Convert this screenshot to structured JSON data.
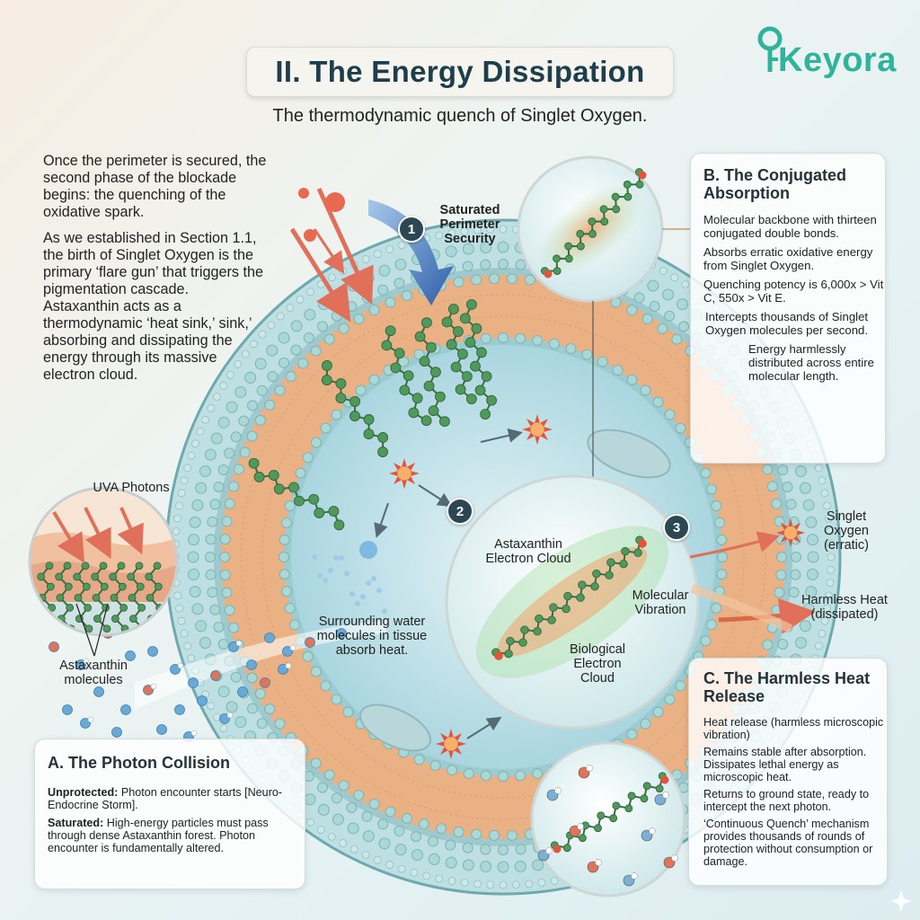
{
  "header": {
    "title": "II. The Energy Dissipation",
    "subtitle": "The thermodynamic quench of Singlet Oxygen."
  },
  "brand": {
    "logo_text": "Keyora",
    "color": "#2fb39a"
  },
  "intro": {
    "paragraph_1": "Once the perimeter is secured, the second phase of the blockade begins: the quenching of the oxidative spark.",
    "paragraph_2": "As we established in Section 1.1, the birth of Singlet Oxygen is the primary ‘flare gun’ that triggers the pigmentation cascade. Astaxanthin acts as a thermodynamic ‘heat sink,’ sink,’ absorbing and dissipating the energy through its massive electron cloud."
  },
  "steps": [
    {
      "number": "1",
      "label": "Saturated Perimeter Security"
    },
    {
      "number": "2",
      "label": ""
    },
    {
      "number": "3",
      "label": ""
    }
  ],
  "labels": {
    "uva_photons": "UVA Photons",
    "astaxanthin_molecules": "Astaxanthin molecules",
    "water_molecules": "Surrounding water molecules in tissue absorb heat.",
    "astaxanthin_cloud": "Astaxanthin Electron Cloud",
    "molecular_vibration": "Molecular Vibration",
    "biological_cloud": "Biological Electron Cloud",
    "singlet_oxygen": "Singlet Oxygen (erratic)",
    "harmless_heat": "Harmless Heat (dissipated)"
  },
  "card_a": {
    "title": "A. The Photon Collision",
    "unprotected_label": "Unprotected:",
    "unprotected_text": " Photon encounter starts [Neuro-Endocrine Storm].",
    "saturated_label": "Saturated:",
    "saturated_text": " High-energy particles must pass through dense Astaxanthin forest. Photon encounter is fundamentally altered."
  },
  "card_b": {
    "title": "B. The Conjugated Absorption",
    "points": [
      "Molecular backbone with thirteen conjugated double bonds.",
      "Absorbs erratic oxidative energy from Singlet Oxygen.",
      "Quenching potency is 6,000x > Vit C, 550x > Vit E.",
      "Intercepts thousands of Singlet Oxygen molecules per second.",
      "Energy harmlessly distributed across entire molecular length."
    ]
  },
  "card_c": {
    "title": "C. The Harmless Heat Release",
    "points": [
      "Heat release (harmless microscopic vibration)",
      "Remains stable after absorption. Dissipates lethal energy as microscopic heat.",
      "Returns to ground state, ready to intercept the next photon.",
      "‘Continuous Quench’ mechanism provides thousands of rounds of protection without consumption or damage."
    ]
  },
  "colors": {
    "membrane_orange": "#e9b184",
    "bead_teal": "#a9d8d6",
    "molecule_green": "#4f9a5a",
    "oxygen_red": "#e2553a",
    "arrow_blue": "#3d73b5",
    "title_navy": "#1d3e4a"
  }
}
